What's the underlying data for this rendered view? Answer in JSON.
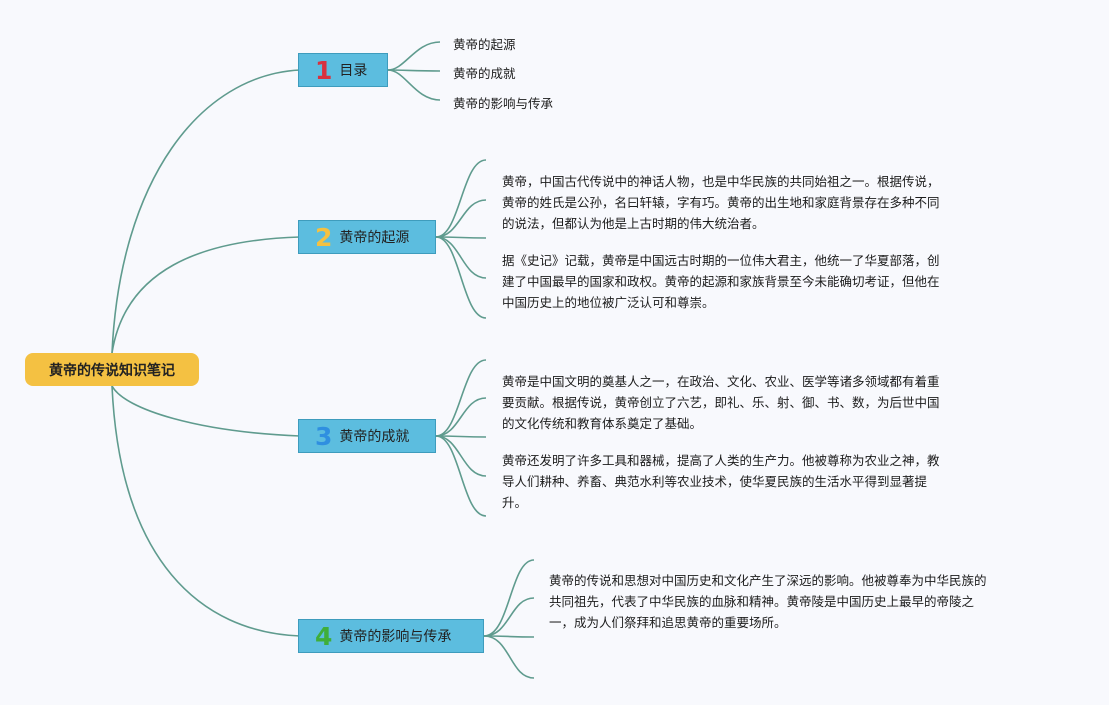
{
  "root": {
    "title": "黄帝的传说知识笔记"
  },
  "branches": [
    {
      "number": "1",
      "label": "目录",
      "number_color": "#d8313f",
      "items": [
        "黄帝的起源",
        "黄帝的成就",
        "黄帝的影响与传承"
      ]
    },
    {
      "number": "2",
      "label": "黄帝的起源",
      "number_color": "#f4c142",
      "paragraphs": [
        [
          "黄帝，中国古代传说中的神话人物，也是中华民族的共同始祖之一。根据传说，",
          "黄帝的姓氏是公孙，名曰轩辕，字有巧。黄帝的出生地和家庭背景存在多种不同",
          "的说法，但都认为他是上古时期的伟大统治者。"
        ],
        [
          "据《史记》记载，黄帝是中国远古时期的一位伟大君主，他统一了华夏部落，创",
          "建了中国最早的国家和政权。黄帝的起源和家族背景至今未能确切考证，但他在",
          "中国历史上的地位被广泛认可和尊崇。"
        ]
      ]
    },
    {
      "number": "3",
      "label": "黄帝的成就",
      "number_color": "#2f8fe0",
      "paragraphs": [
        [
          "黄帝是中国文明的奠基人之一，在政治、文化、农业、医学等诸多领域都有着重",
          "要贡献。根据传说，黄帝创立了六艺，即礼、乐、射、御、书、数，为后世中国",
          "的文化传统和教育体系奠定了基础。"
        ],
        [
          "黄帝还发明了许多工具和器械，提高了人类的生产力。他被尊称为农业之神，教",
          "导人们耕种、养畜、典范水利等农业技术，使华夏民族的生活水平得到显著提",
          "升。"
        ]
      ]
    },
    {
      "number": "4",
      "label": "黄帝的影响与传承",
      "number_color": "#3fae3a",
      "paragraphs": [
        [
          "黄帝的传说和思想对中国历史和文化产生了深远的影响。他被尊奉为中华民族的",
          "共同祖先，代表了中华民族的血脉和精神。黄帝陵是中国历史上最早的帝陵之",
          "一，成为人们祭拜和追思黄帝的重要场所。"
        ]
      ]
    }
  ],
  "colors": {
    "connector": "#5f9b8e",
    "root_fill": "#f4c142",
    "branch_fill": "#5cbddf"
  }
}
